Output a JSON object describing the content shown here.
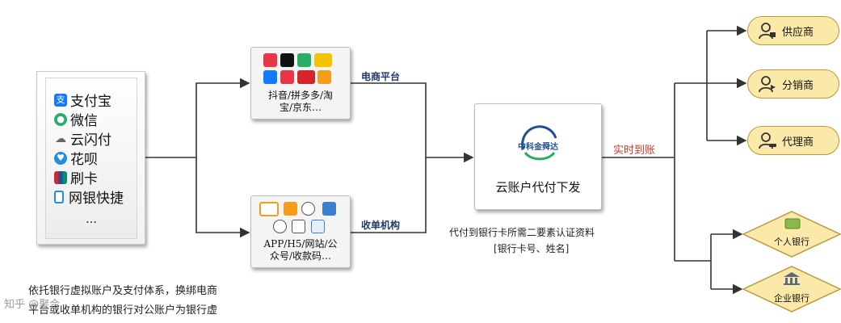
{
  "payment_methods": {
    "items": [
      {
        "label": "支付宝",
        "icon": "alipay-icon",
        "color": "#1677ff"
      },
      {
        "label": "微信",
        "icon": "wechat-icon",
        "color": "#2aae67"
      },
      {
        "label": "云闪付",
        "icon": "cloud-icon",
        "color": "#666666"
      },
      {
        "label": "花呗",
        "icon": "huabei-icon",
        "color": "#1f8fe0"
      },
      {
        "label": "刷卡",
        "icon": "unionpay-icon",
        "color": "#d5262b"
      },
      {
        "label": "网银快捷",
        "icon": "phone-icon",
        "color": "#1f8fe0"
      }
    ],
    "more": "…"
  },
  "ecommerce_box": {
    "line1": "抖音/拼多多/淘",
    "line2": "宝/京东…",
    "edge_label": "电商平台"
  },
  "acquirer_box": {
    "line1": "APP/H5/网站/公",
    "line2": "众号/收款码…",
    "edge_label": "收单机构"
  },
  "center": {
    "logo_text": "中科金舜达",
    "title": "云账户代付下发",
    "note_line1": "代付到银行卡所需二要素认证资料",
    "note_line2": "[银行卡号、姓名]"
  },
  "realtime_label": "实时到账",
  "targets": [
    {
      "label": "供应商",
      "icon": "supplier-icon"
    },
    {
      "label": "分销商",
      "icon": "distributor-icon"
    },
    {
      "label": "代理商",
      "icon": "agent-icon"
    }
  ],
  "banks": [
    {
      "label": "个人银行",
      "icon": "card-icon"
    },
    {
      "label": "企业银行",
      "icon": "bank-icon"
    }
  ],
  "caption": {
    "line1": "依托银行虚拟账户及支付体系，换绑电商",
    "line2": "平台或收单机构的银行对公账户为银行虚"
  },
  "watermark": "知乎 @聚合"
}
